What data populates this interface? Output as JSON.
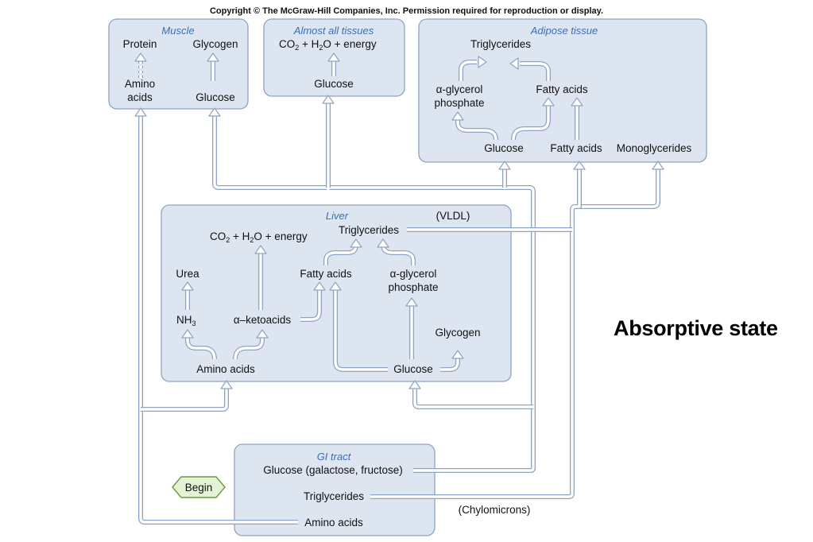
{
  "copyright": "Copyright © The McGraw-Hill Companies, Inc. Permission required for reproduction or display.",
  "state_title": "Absorptive state",
  "begin": "Begin",
  "boxes": {
    "muscle": {
      "title": "Muscle",
      "protein": "Protein",
      "glycogen": "Glycogen",
      "amino_acids_line1": "Amino",
      "amino_acids_line2": "acids",
      "glucose": "Glucose"
    },
    "tissues": {
      "title": "Almost all tissues",
      "co2": "CO",
      "co2_sub": "2",
      "h2o": " + H",
      "h2o_sub": "2",
      "energy": "O + energy",
      "glucose": "Glucose"
    },
    "adipose": {
      "title": "Adipose tissue",
      "triglycerides": "Triglycerides",
      "aglycerol_line1": "α-glycerol",
      "aglycerol_line2": "phosphate",
      "fatty_acids_inner": "Fatty acids",
      "glucose": "Glucose",
      "fatty_acids": "Fatty acids",
      "monoglycerides": "Monoglycerides"
    },
    "liver": {
      "title": "Liver",
      "vldl": "(VLDL)",
      "co2": "CO",
      "co2_sub": "2",
      "h2o": " + H",
      "h2o_sub": "2",
      "energy": "O + energy",
      "triglycerides": "Triglycerides",
      "urea": "Urea",
      "fatty_acids": "Fatty acids",
      "aglycerol_line1": "α-glycerol",
      "aglycerol_line2": "phosphate",
      "nh3": "NH",
      "nh3_sub": "3",
      "ketoacids": "α–ketoacids",
      "glycogen": "Glycogen",
      "amino_acids": "Amino acids",
      "glucose": "Glucose"
    },
    "gi": {
      "title": "GI tract",
      "glucose": "Glucose (galactose, fructose)",
      "triglycerides": "Triglycerides",
      "chylomicrons": "(Chylomicrons)",
      "amino_acids": "Amino acids"
    }
  },
  "colors": {
    "box_fill": "#dde5f1",
    "box_stroke": "#8ea2c3",
    "title_blue": "#3a6fb5",
    "begin_fill": "#e6f2d5",
    "begin_stroke": "#6c9a3a"
  }
}
